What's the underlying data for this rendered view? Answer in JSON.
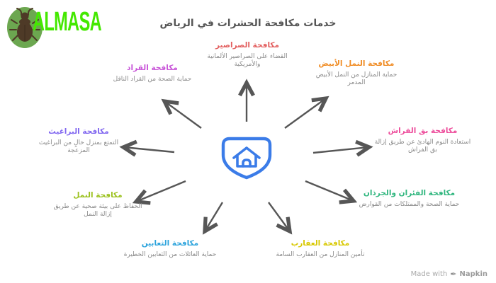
{
  "logo": {
    "brand": "ALMASA",
    "brand_color": "#44e800",
    "badge_color": "#6ca750",
    "bug_color": "#4e3a27"
  },
  "title": "خدمات مكافحة الحشرات في الرياض",
  "center": {
    "icon": "home-shield-icon",
    "color": "#3b7ce8"
  },
  "arrow_color": "#565656",
  "nodes": [
    {
      "id": "cockroaches",
      "label": "مكافحة الصراصير",
      "color": "#e25d5d",
      "desc": "القضاء على الصراصير الألمانية والأمريكية"
    },
    {
      "id": "termites",
      "label": "مكافحة النمل الأبيض",
      "color": "#f08c24",
      "desc": "حماية المنازل من النمل الأبيض المدمر"
    },
    {
      "id": "bedbugs",
      "label": "مكافحة بق الفراش",
      "color": "#ed4c9b",
      "desc": "استعادة النوم الهادئ عن طريق إزالة بق الفراش"
    },
    {
      "id": "rodents",
      "label": "مكافحة الفئران والجرذان",
      "color": "#2fb67e",
      "desc": "حماية الصحة والممتلكات من القوارض"
    },
    {
      "id": "scorpions",
      "label": "مكافحة العقارب",
      "color": "#d8c800",
      "desc": "تأمين المنازل من العقارب السامة"
    },
    {
      "id": "snakes",
      "label": "مكافحة الثعابين",
      "color": "#2ba3dc",
      "desc": "حماية العائلات من الثعابين الخطيرة"
    },
    {
      "id": "ants",
      "label": "مكافحة النمل",
      "color": "#9bc11d",
      "desc": "الحفاظ على بيئة صحية عن طريق إزالة النمل"
    },
    {
      "id": "fleas",
      "label": "مكافحة البراغيث",
      "color": "#8066f0",
      "desc": "التمتع بمنزل خالٍ من البراغيث المزعجة"
    },
    {
      "id": "ticks",
      "label": "مكافحة القراد",
      "color": "#c855d8",
      "desc": "حماية الصحة من القراد الناقل"
    }
  ],
  "watermark": {
    "made_with": "Made with",
    "icon_glyph": "✒",
    "brand": "Napkin"
  }
}
